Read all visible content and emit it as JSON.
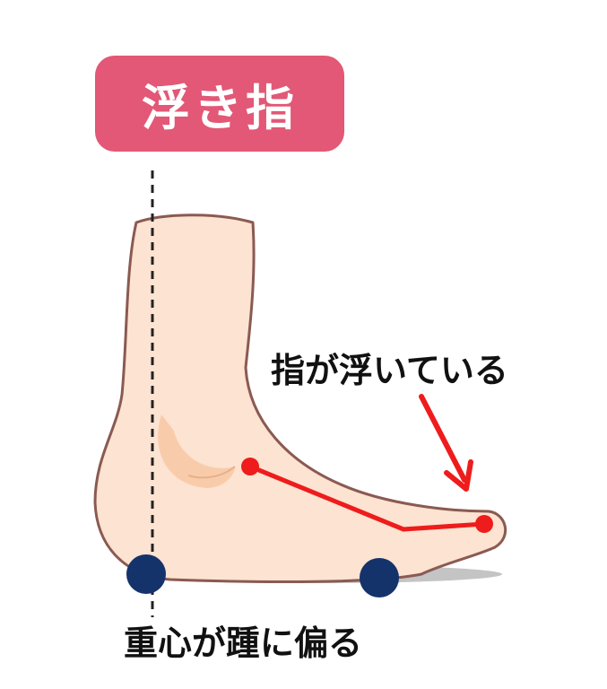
{
  "title": "浮き指",
  "annotations": {
    "toes": "指が浮いている",
    "heel": "重心が踵に偏る"
  },
  "colors": {
    "badge": "#e25876",
    "skin": "#fde3d1",
    "skin_shadow": "#f7c8a4",
    "outline": "#8a5a52",
    "highlight": "#ee1c1c",
    "contact_dot": "#15336b",
    "ground_shadow": "#c4c4c4",
    "text": "#111111"
  }
}
